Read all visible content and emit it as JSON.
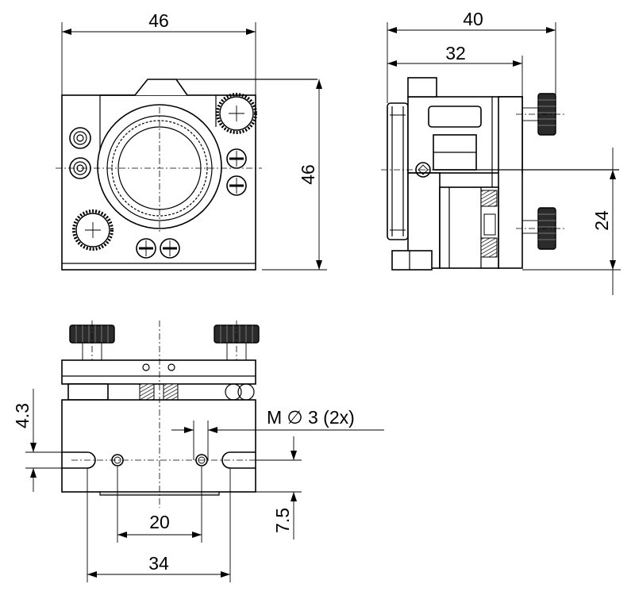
{
  "drawing": {
    "front_view": {
      "width_dim": "46",
      "height_dim": "46"
    },
    "side_view": {
      "depth_dim": "40",
      "depth_inner_dim": "32",
      "axis_height_dim": "24"
    },
    "bottom_view": {
      "slot_offset_dim": "4.3",
      "thread_callout": "M ∅ 3 (2x)",
      "hole_spacing_dim": "20",
      "slot_spacing_dim": "34",
      "edge_offset_dim": "7.5"
    }
  }
}
